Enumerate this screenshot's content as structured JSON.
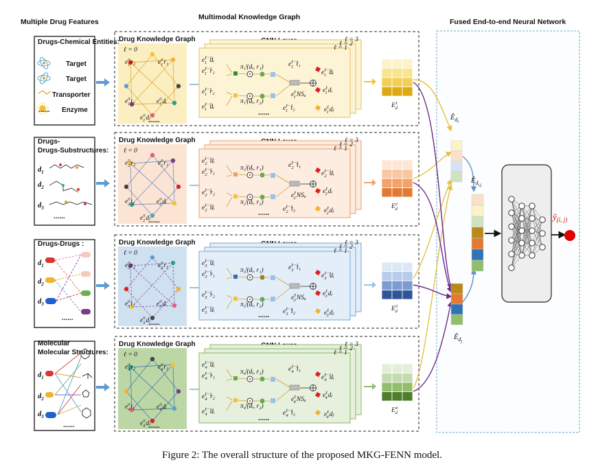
{
  "headers": {
    "features": "Multiple Drug Features",
    "mkg": "Multimodal Knowledge Graph",
    "fenn": "Fused End-to-end Neural Network"
  },
  "features": [
    {
      "title": "Drugs-Chemical Entities:",
      "items": [
        "Target",
        "Target",
        "Transporter",
        "Enzyme"
      ],
      "more": "......"
    },
    {
      "title": "Drugs-Substructures:",
      "items": [
        "d1",
        "d2",
        "d3"
      ],
      "more": "......"
    },
    {
      "title": "Drugs-Drugs :",
      "items": [
        "d1",
        "d2",
        "d3"
      ],
      "more": "......"
    },
    {
      "title": "Molecular Structures:",
      "items": [
        "d1",
        "d2",
        "d3"
      ],
      "more": "......"
    }
  ],
  "rows": [
    {
      "kg_title": "Drug Knowledge Graph",
      "gnn_title": "GNN Layer",
      "layers": [
        "ℓ = 3",
        "ℓ = 2",
        "ℓ = 1"
      ],
      "ell0": "ℓ = 0",
      "emb": "E_d^1",
      "kg_fill": "#fbeec0",
      "gnn_fill": "#fdf4d6",
      "gnn_border": "#e0c060",
      "emb_colors": [
        "#fdf3c9",
        "#f9e48f",
        "#f3cf55",
        "#dcaa17"
      ]
    },
    {
      "kg_title": "Drug Knowledge Graph",
      "gnn_title": "GNN Layer",
      "layers": [
        "ℓ = 3",
        "ℓ = 2",
        "ℓ = 1"
      ],
      "ell0": "ℓ = 0",
      "emb": "E_d^2",
      "kg_fill": "#fbe4d4",
      "gnn_fill": "#fdece0",
      "gnn_border": "#e8a070",
      "emb_colors": [
        "#fde6d5",
        "#f9c6a1",
        "#f3a26a",
        "#e27a34"
      ]
    },
    {
      "kg_title": "Drug Knowledge Graph",
      "gnn_title": "GNN Layer",
      "layers": [
        "ℓ = 3",
        "ℓ = 2",
        "ℓ = 1"
      ],
      "ell0": "ℓ = 0",
      "emb": "E_d^3",
      "kg_fill": "#cfe0f1",
      "gnn_fill": "#e3eef9",
      "gnn_border": "#7ea6d6",
      "emb_colors": [
        "#dde8f6",
        "#b7cbeb",
        "#7d9bd3",
        "#2f5597"
      ]
    },
    {
      "kg_title": "Drug Knowledge Graph",
      "gnn_title": "GNN Layer",
      "layers": [
        "ℓ = 3",
        "ℓ = 2",
        "ℓ = 1"
      ],
      "ell0": "ℓ = 0",
      "emb": "E_d^4",
      "kg_fill": "#bcd6a6",
      "gnn_fill": "#e6f0dc",
      "gnn_border": "#88b86a",
      "emb_colors": [
        "#e4efda",
        "#c3dcae",
        "#91bd6d",
        "#507c2e"
      ]
    }
  ],
  "fused": {
    "e_di": "Ê_{d_i}",
    "e_dij": "Ê_{d_i,j}",
    "e_dj": "Ê_{d_j}",
    "y": "ŷ_(i,j)",
    "e_di_colors": [
      "#fdf3c9",
      "#fde0c9",
      "#d6e3f3",
      "#cfe3bf"
    ],
    "e_dij_colors": [
      "#fde0c9",
      "#fdf3c9",
      "#cfe3bf",
      "#b88a1a",
      "#e27a34",
      "#2f72b5",
      "#91bd6d"
    ],
    "e_dj_colors": [
      "#b88a1a",
      "#e27a34",
      "#2f72b5",
      "#91bd6d"
    ]
  },
  "caption": "Figure 2: The overall structure of the proposed MKG-FENN model."
}
